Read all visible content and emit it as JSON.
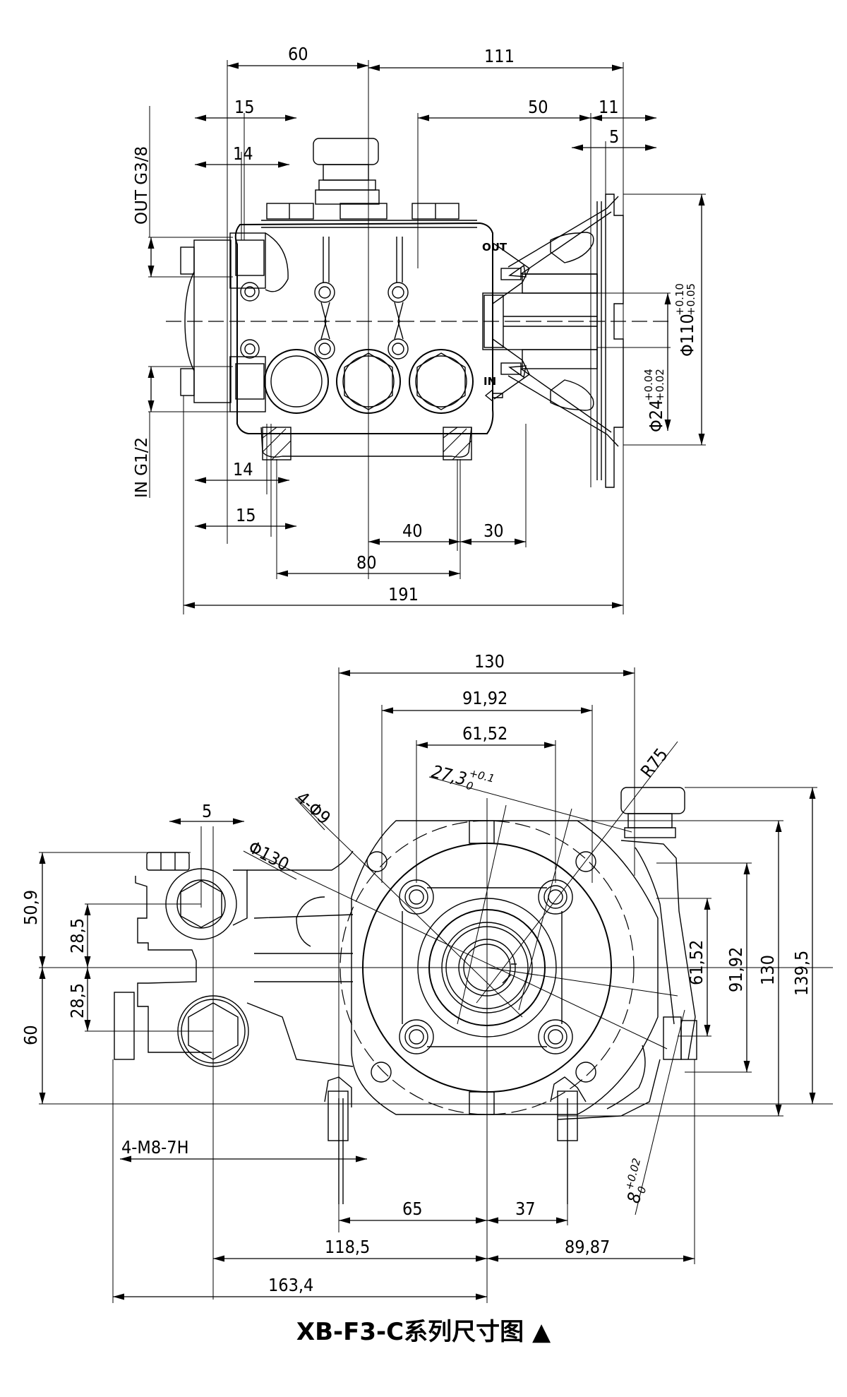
{
  "caption": {
    "title": "XB-F3-C系列尺寸图",
    "marker": "▲"
  },
  "top_view": {
    "port_labels": {
      "outlet": "OUT G3/8",
      "inlet": "IN G1/2",
      "body_out_mark": "OUT",
      "body_in_mark": "IN"
    },
    "dimensions": {
      "top_60": "60",
      "top_111": "111",
      "top_15": "15",
      "top_14": "14",
      "top_50": "50",
      "top_11": "11",
      "top_5": "5",
      "bottom_14": "14",
      "bottom_15": "15",
      "bottom_40": "40",
      "bottom_30": "30",
      "bottom_80": "80",
      "bottom_191": "191",
      "dia_110_base": "Φ110",
      "dia_110_upper": "+0.10",
      "dia_110_lower": "+0.05",
      "dia_24_base": "Φ24",
      "dia_24_upper": "+0.04",
      "dia_24_lower": "+0.02"
    }
  },
  "front_view": {
    "dimensions": {
      "h_130": "130",
      "h_91_92": "91,92",
      "h_61_52": "61,52",
      "angle_27_3_base": "27,3",
      "angle_27_3_upper": "+0.1",
      "angle_27_3_lower": "0",
      "radius_75": "R75",
      "holes_4_d9": "4-Φ9",
      "dia_130": "Φ130",
      "left_5": "5",
      "left_50_9": "50,9",
      "left_28_5_upper": "28,5",
      "left_28_5_lower": "28,5",
      "left_60": "60",
      "right_61_52": "61,52",
      "right_91_92": "91,92",
      "right_130": "130",
      "right_139_5": "139,5",
      "thread_note": "4-M8-7H",
      "key_8_base": "8",
      "key_8_upper": "+0.02",
      "key_8_lower": "0",
      "bottom_65": "65",
      "bottom_37": "37",
      "bottom_118_5": "118,5",
      "bottom_89_87": "89,87",
      "bottom_163_4": "163,4"
    }
  }
}
